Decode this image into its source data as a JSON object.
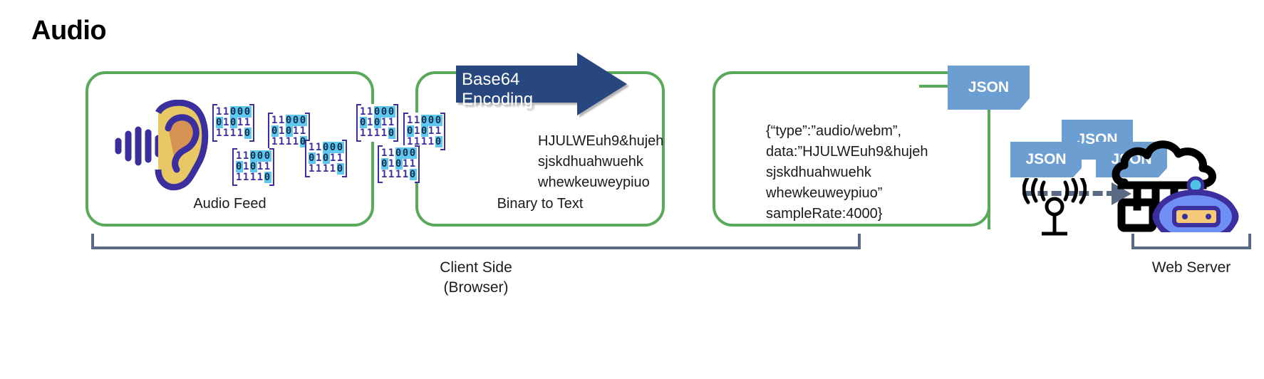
{
  "title": "Audio",
  "panels": [
    {
      "id": "audio-feed",
      "label": "Audio Feed",
      "icon": "ear-icon",
      "binary_blocks": [
        {
          "rows": [
            "11000",
            "01011",
            "11110"
          ]
        },
        {
          "rows": [
            "11000",
            "01011",
            "11110"
          ]
        },
        {
          "rows": [
            "11000",
            "01011",
            "11110"
          ]
        },
        {
          "rows": [
            "11000",
            "01011",
            "11110"
          ]
        }
      ]
    },
    {
      "id": "binary-to-text",
      "label": "Binary to Text",
      "encoded_text": "HJULWEuh9&hujeh\nsjskdhuahwuehk\nwhewkeuweypiuo",
      "binary_blocks": [
        {
          "rows": [
            "11000",
            "01011",
            "11110"
          ]
        },
        {
          "rows": [
            "11000",
            "01011",
            "11110"
          ]
        },
        {
          "rows": [
            "11000",
            "01011",
            "11110"
          ]
        }
      ]
    },
    {
      "id": "json-payload",
      "label": "",
      "json_text": "{“type”:”audio/webm”,\ndata:”HJULWEuh9&hujeh\nsjskdhuahwuehk\nwhewkeuweypiuo”\nsampleRate:4000}"
    }
  ],
  "arrow": {
    "label": "Base64 Encoding",
    "color": "#28477f",
    "icon": "right-arrow-icon"
  },
  "json_badges": {
    "main": "JSON",
    "top": "JSON",
    "left": "JSON",
    "right": "JSON",
    "color": "#6d9ed1"
  },
  "icons": {
    "antenna": "wifi-antenna-icon",
    "cloud_robot": "cloud-server-robot-icon",
    "dashed_arrow": "dashed-right-arrow-icon"
  },
  "brackets": {
    "client_label": "Client Side\n(Browser)",
    "server_label": "Web Server",
    "color": "#5a6a84"
  },
  "colors": {
    "panel_border": "#5aa95a",
    "binary_digit": "#3b2f9e",
    "binary_highlight": "#5ec8f0",
    "ear_outer": "#3b2f9e",
    "ear_fill": "#e8c765",
    "ear_inner": "#d69354",
    "robot_body": "#6f8ff5",
    "robot_outline": "#3b2f9e",
    "robot_face": "#f5c978"
  }
}
